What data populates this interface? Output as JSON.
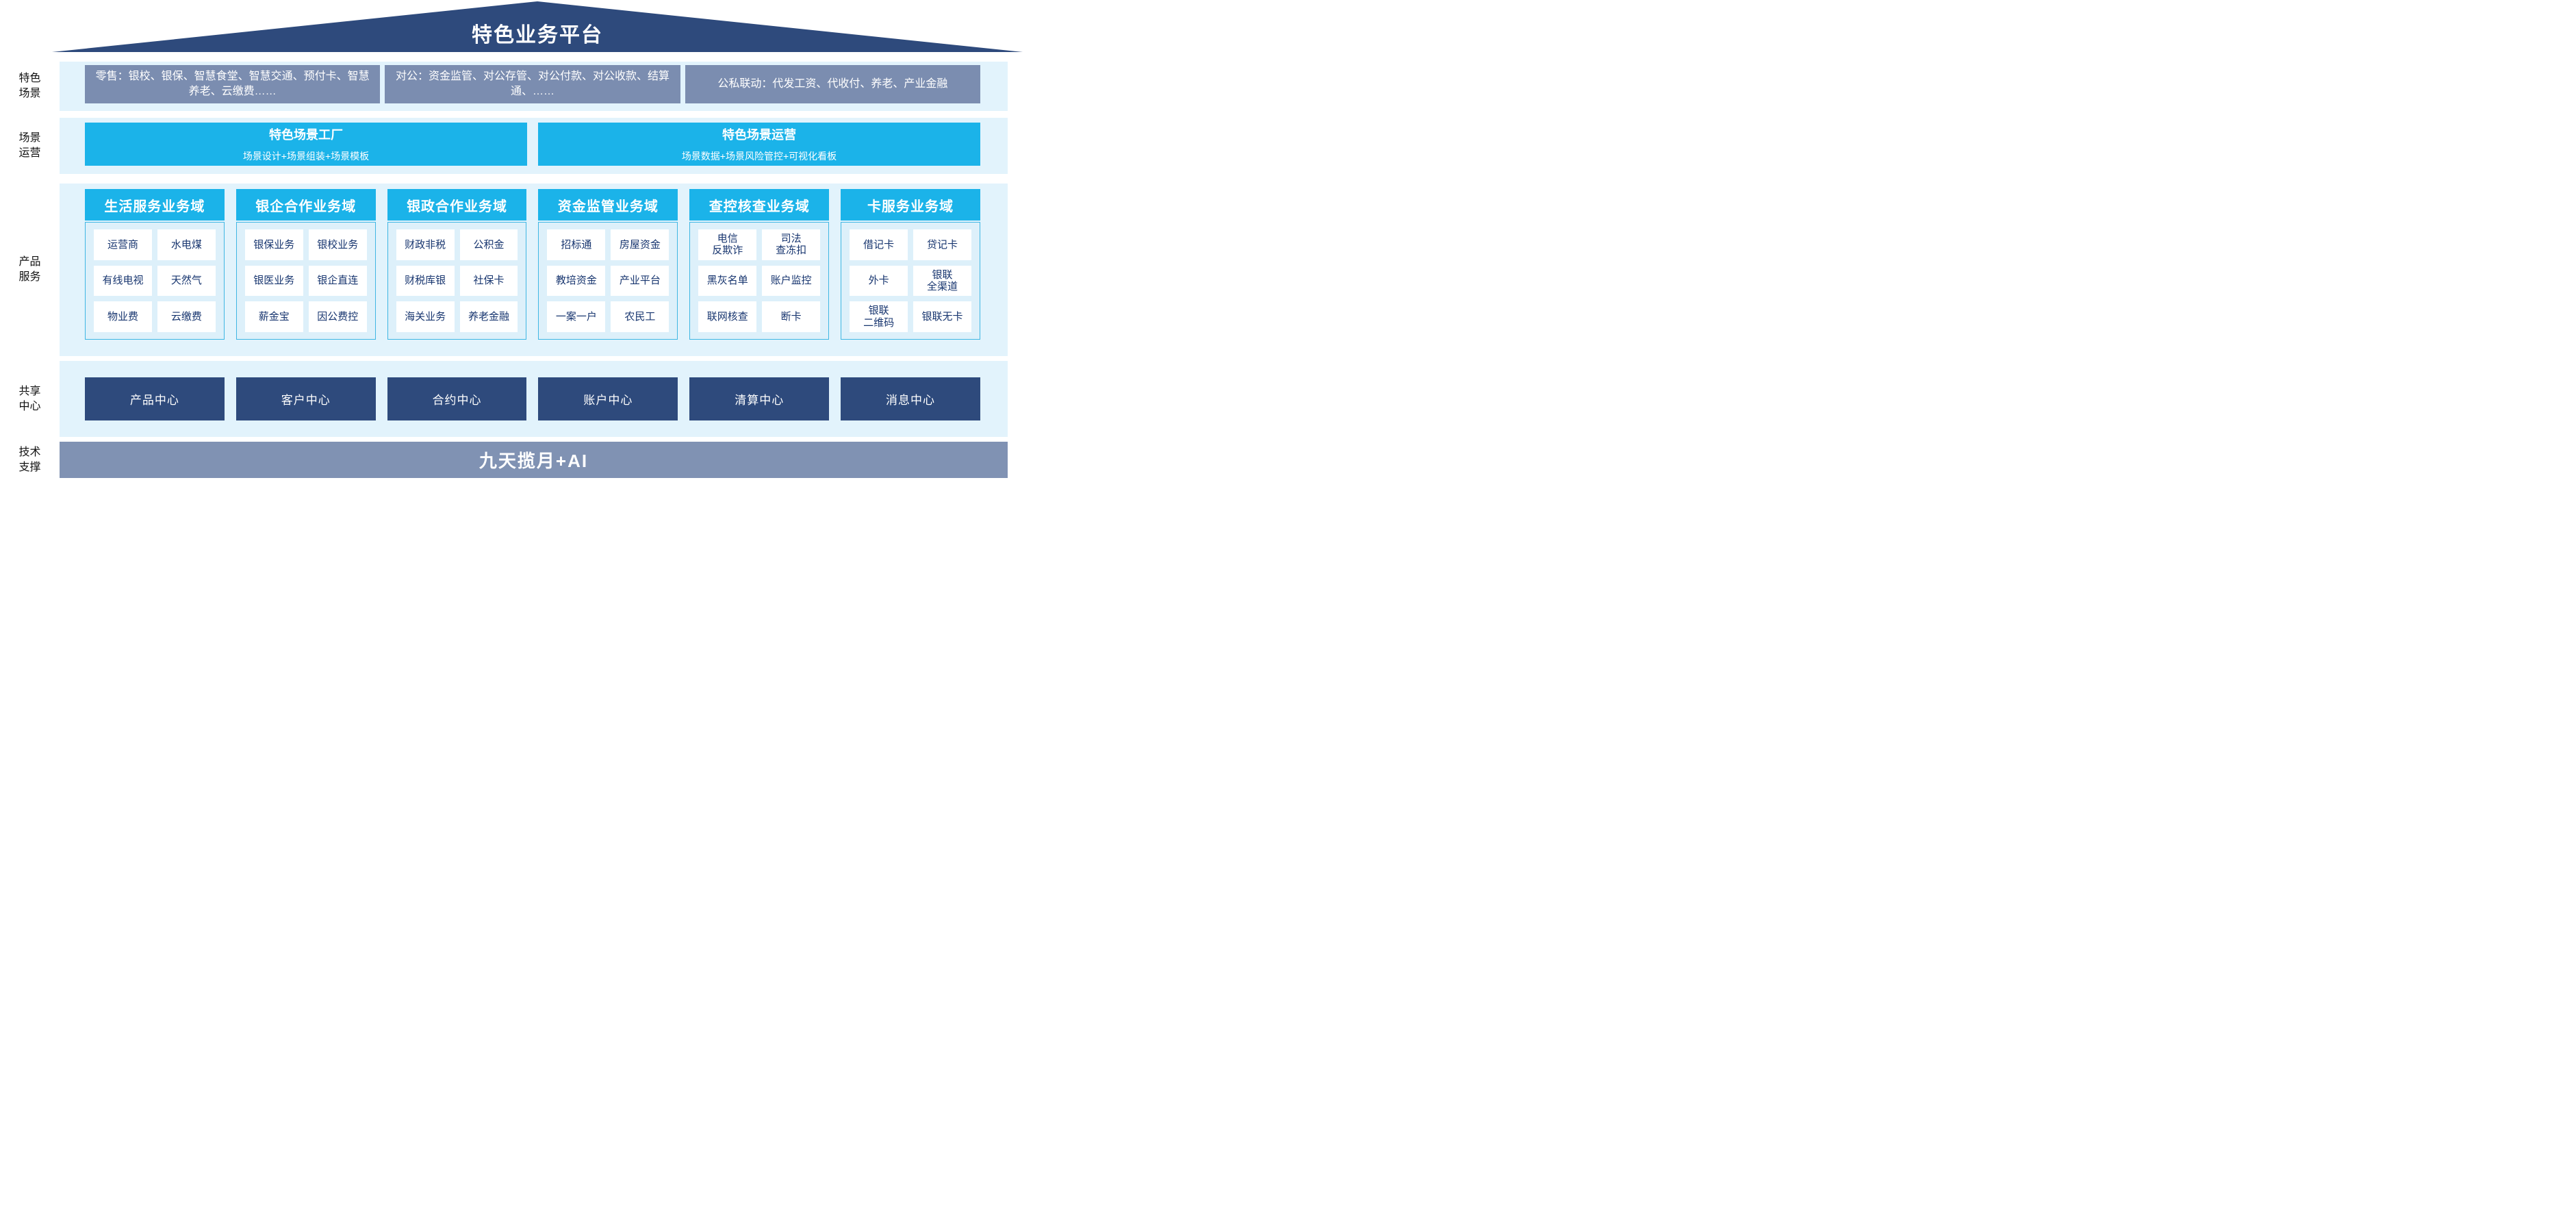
{
  "roof": {
    "title": "特色业务平台"
  },
  "scene_row": {
    "label": "特色\n场景",
    "boxes": [
      "零售：银校、银保、智慧食堂、智慧交通、预付卡、智慧养老、云缴费……",
      "对公：资金监管、对公存管、对公付款、对公收款、结算通、……",
      "公私联动：代发工资、代收付、养老、产业金融"
    ]
  },
  "operation_row": {
    "label": "场景\n运营",
    "boxes": [
      {
        "title": "特色场景工厂",
        "subtitle": "场景设计+场景组装+场景模板"
      },
      {
        "title": "特色场景运营",
        "subtitle": "场景数据+场景风险管控+可视化看板"
      }
    ]
  },
  "product_row": {
    "label": "产品\n服务",
    "domains": [
      {
        "title": "生活服务业务域",
        "items": [
          "运营商",
          "水电煤",
          "有线电视",
          "天然气",
          "物业费",
          "云缴费"
        ]
      },
      {
        "title": "银企合作业务域",
        "items": [
          "银保业务",
          "银校业务",
          "银医业务",
          "银企直连",
          "薪金宝",
          "因公费控"
        ]
      },
      {
        "title": "银政合作业务域",
        "items": [
          "财政非税",
          "公积金",
          "财税库银",
          "社保卡",
          "海关业务",
          "养老金融"
        ]
      },
      {
        "title": "资金监管业务域",
        "items": [
          "招标通",
          "房屋资金",
          "教培资金",
          "产业平台",
          "一案一户",
          "农民工"
        ]
      },
      {
        "title": "查控核查业务域",
        "items": [
          "电信\n反欺诈",
          "司法\n查冻扣",
          "黑灰名单",
          "账户监控",
          "联网核查",
          "断卡"
        ]
      },
      {
        "title": "卡服务业务域",
        "items": [
          "借记卡",
          "贷记卡",
          "外卡",
          "银联\n全渠道",
          "银联\n二维码",
          "银联无卡"
        ]
      }
    ]
  },
  "sharing_row": {
    "label": "共享\n中心",
    "centers": [
      "产品中心",
      "客户中心",
      "合约中心",
      "账户中心",
      "清算中心",
      "消息中心"
    ]
  },
  "tech_row": {
    "label": "技术\n支撑",
    "platform": "九天揽月+AI"
  },
  "colors": {
    "roof_navy": "#2E4A7C",
    "scene_box_blue_gray": "#7B8DB0",
    "band_light_blue": "#E2F3FC",
    "accent_cyan": "#1BB3E9",
    "panel_light_blue": "#DDF0FA",
    "panel_border_cyan": "#3FB6E3",
    "cell_text_navy": "#17356F",
    "center_box_navy": "#2E4A7C",
    "tech_bar_gray_blue": "#8092B3"
  }
}
